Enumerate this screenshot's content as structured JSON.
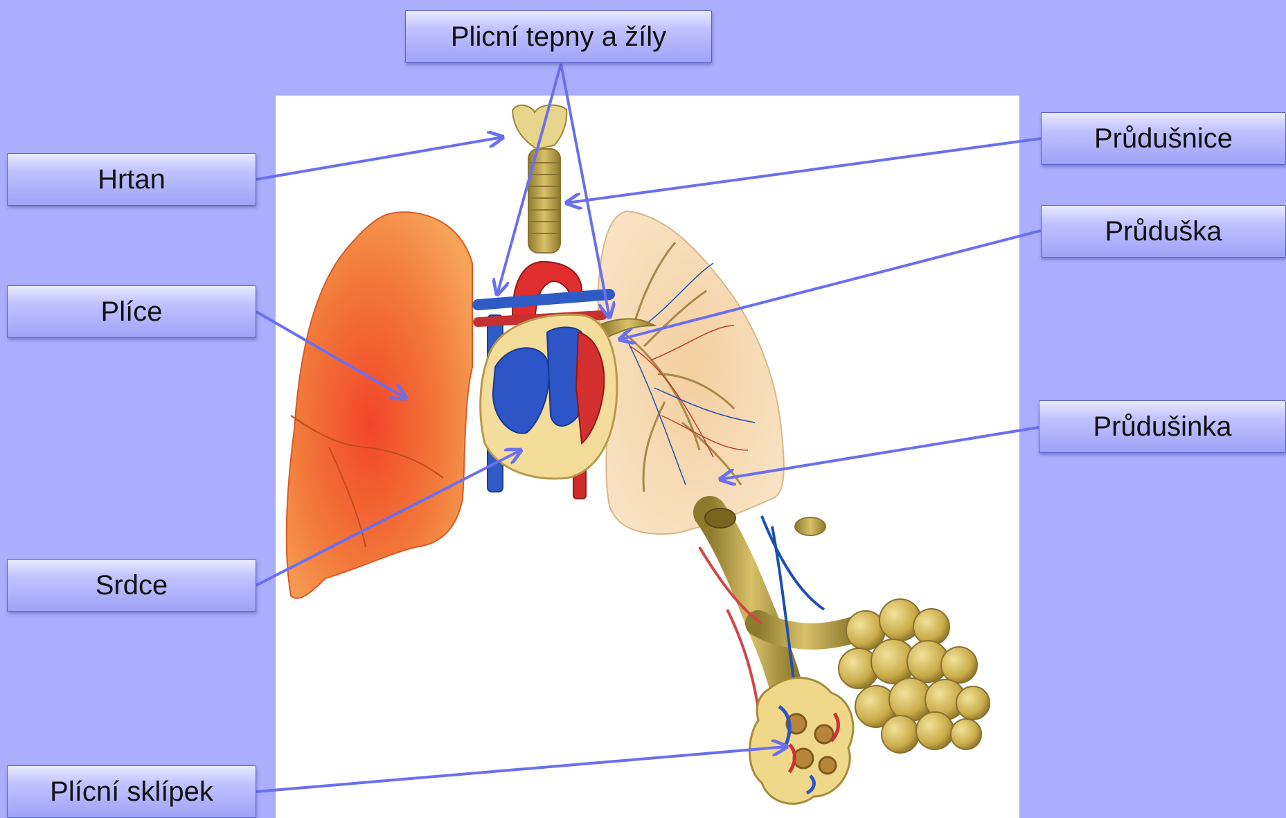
{
  "labels": {
    "pulmonary_vessels": "Plicní tepny a žíly",
    "larynx": "Hrtan",
    "lungs": "Plíce",
    "heart": "Srdce",
    "alveolus": "Plícní sklípek",
    "trachea": "Průdušnice",
    "bronchus": "Průduška",
    "bronchiole": "Průdušinka"
  },
  "colors": {
    "background": "#aaaefc",
    "arrow": "#6a6ff0",
    "label_border": "#5a62c8"
  }
}
